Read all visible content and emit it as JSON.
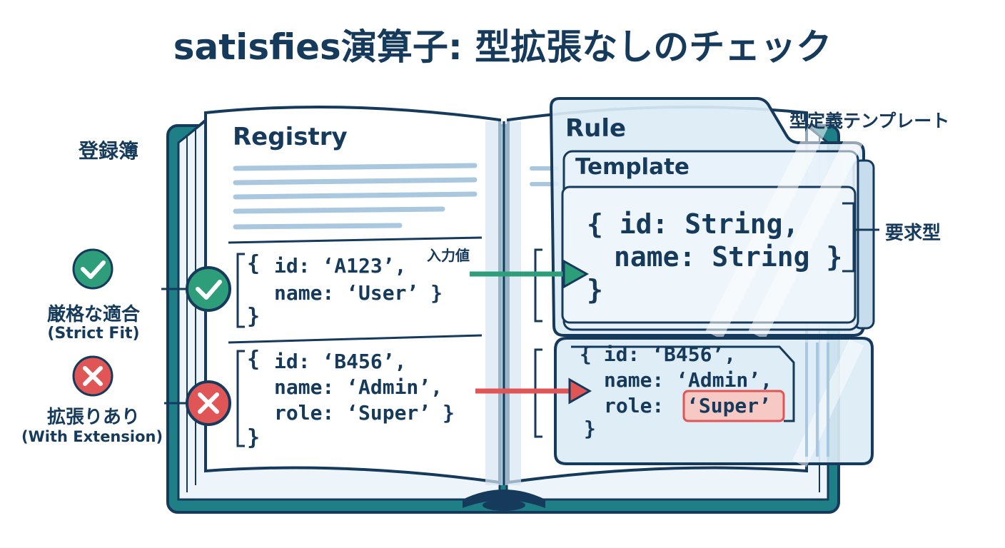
{
  "title": "satisfies演算子: 型拡張なしのチェック",
  "colors": {
    "navy": "#163a5c",
    "teal": "#1f7f86",
    "green": "#2e9e7a",
    "red": "#e05656",
    "highlight": "#f7c9c5",
    "glass": "#dcecf6",
    "line": "#a9c7de"
  },
  "icons": {
    "check": "check-icon",
    "cross": "cross-icon"
  },
  "labels": {
    "registry_label": "登録簿",
    "strict_label": "厳格な適合",
    "strict_sub": "(Strict Fit)",
    "extension_label": "拡張りあり",
    "extension_sub": "(With Extension)",
    "input_label": "入力値",
    "template_label": "型定義テンプレート",
    "required_label": "要求型"
  },
  "registry": {
    "heading": "Registry",
    "entry1": {
      "open": "{",
      "line1": "id: ‘A123’,",
      "line2": "name: ‘User’ }",
      "close": "}"
    },
    "entry2": {
      "open": "{",
      "line1": "id: ‘B456’,",
      "line2": "name: ‘Admin’,",
      "line3": "role: ‘Super’ }",
      "close": "}"
    }
  },
  "rule": {
    "tab": "Rule",
    "heading": "Template",
    "line1": "{ id: String,",
    "line2": "name: String }",
    "close": "}"
  },
  "overflow": {
    "line1": "{ id: ‘B456’,",
    "line2": "name: ‘Admin’,",
    "line3_key": "role:",
    "line3_val": "‘Super’",
    "close": "}"
  }
}
